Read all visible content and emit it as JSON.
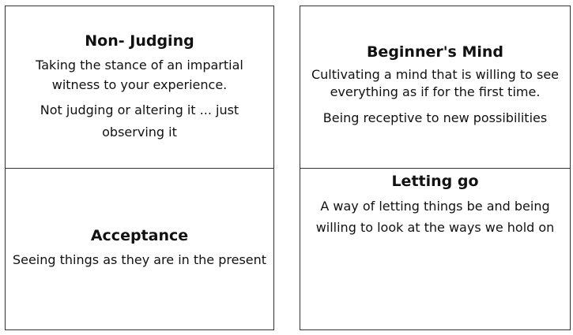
{
  "cards": [
    {
      "title": "Non- Judging",
      "paragraphs": [
        "Taking the stance of an impartial witness to your experience.",
        "Not judging or altering it ... just observing it"
      ]
    },
    {
      "title": "Acceptance",
      "paragraphs": [
        "Seeing things as they are in the present"
      ]
    },
    {
      "title": "Beginner's Mind",
      "paragraphs": [
        "Cultivating a mind that is willing to see everything as if for the first time.",
        "Being receptive to new possibilities"
      ]
    },
    {
      "title": "Letting go",
      "paragraphs": [
        "A way of letting things be and being willing to look  at the ways we hold on"
      ]
    }
  ],
  "colors": {
    "border": "#333333",
    "text": "#111111",
    "background": "#ffffff"
  }
}
